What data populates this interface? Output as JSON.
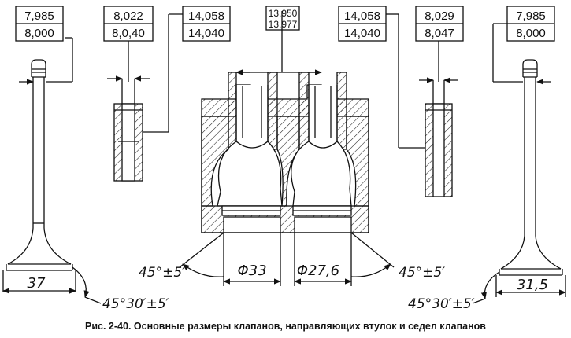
{
  "labels": {
    "valve_left_stem": [
      "7,985",
      "8,000"
    ],
    "guide_left_bore": [
      "8,022",
      "8,0,40"
    ],
    "guide_left_outer": [
      "14,058",
      "14,040"
    ],
    "head_bore": [
      "13,950",
      "13,977"
    ],
    "guide_right_outer": [
      "14,058",
      "14,040"
    ],
    "guide_right_bore": [
      "8,029",
      "8,047"
    ],
    "valve_right_stem": [
      "7,985",
      "8,000"
    ],
    "valve_left_head_dia": "37",
    "valve_left_face_angle": "45°30′±5′",
    "seat_left_angle": "45°±5′",
    "seat_left_dia": "Φ33",
    "seat_right_dia": "Φ27,6",
    "seat_right_angle": "45°±5′",
    "valve_right_face_angle": "45°30′±5′",
    "valve_right_head_dia": "31,5"
  },
  "caption": "Рис. 2-40. Основные размеры клапанов, направляющих втулок и седел клапанов"
}
